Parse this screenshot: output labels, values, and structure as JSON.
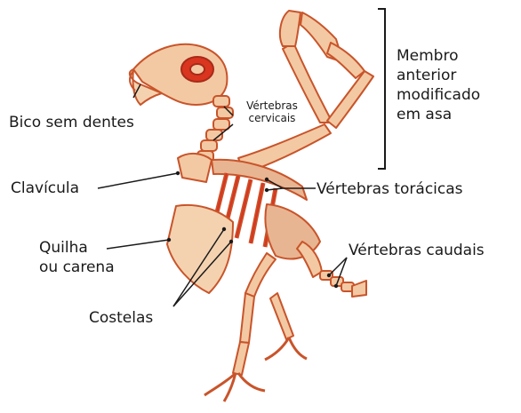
{
  "labels": {
    "beak": "Bico sem dentes",
    "cervical_line1": "Vértebras",
    "cervical_line2": "cervicais",
    "wing_line1": "Membro",
    "wing_line2": "anterior",
    "wing_line3": "modificado",
    "wing_line4": "em asa",
    "clavicle": "Clavícula",
    "thoracic": "Vértebras torácicas",
    "keel_line1": "Quilha",
    "keel_line2": "ou carena",
    "caudal": "Vértebras caudais",
    "ribs": "Costelas"
  },
  "colors": {
    "bone": "#f2c9a3",
    "bone_outline": "#c9542a",
    "bone_dark": "#d9351f",
    "line": "#1a1a1a"
  }
}
